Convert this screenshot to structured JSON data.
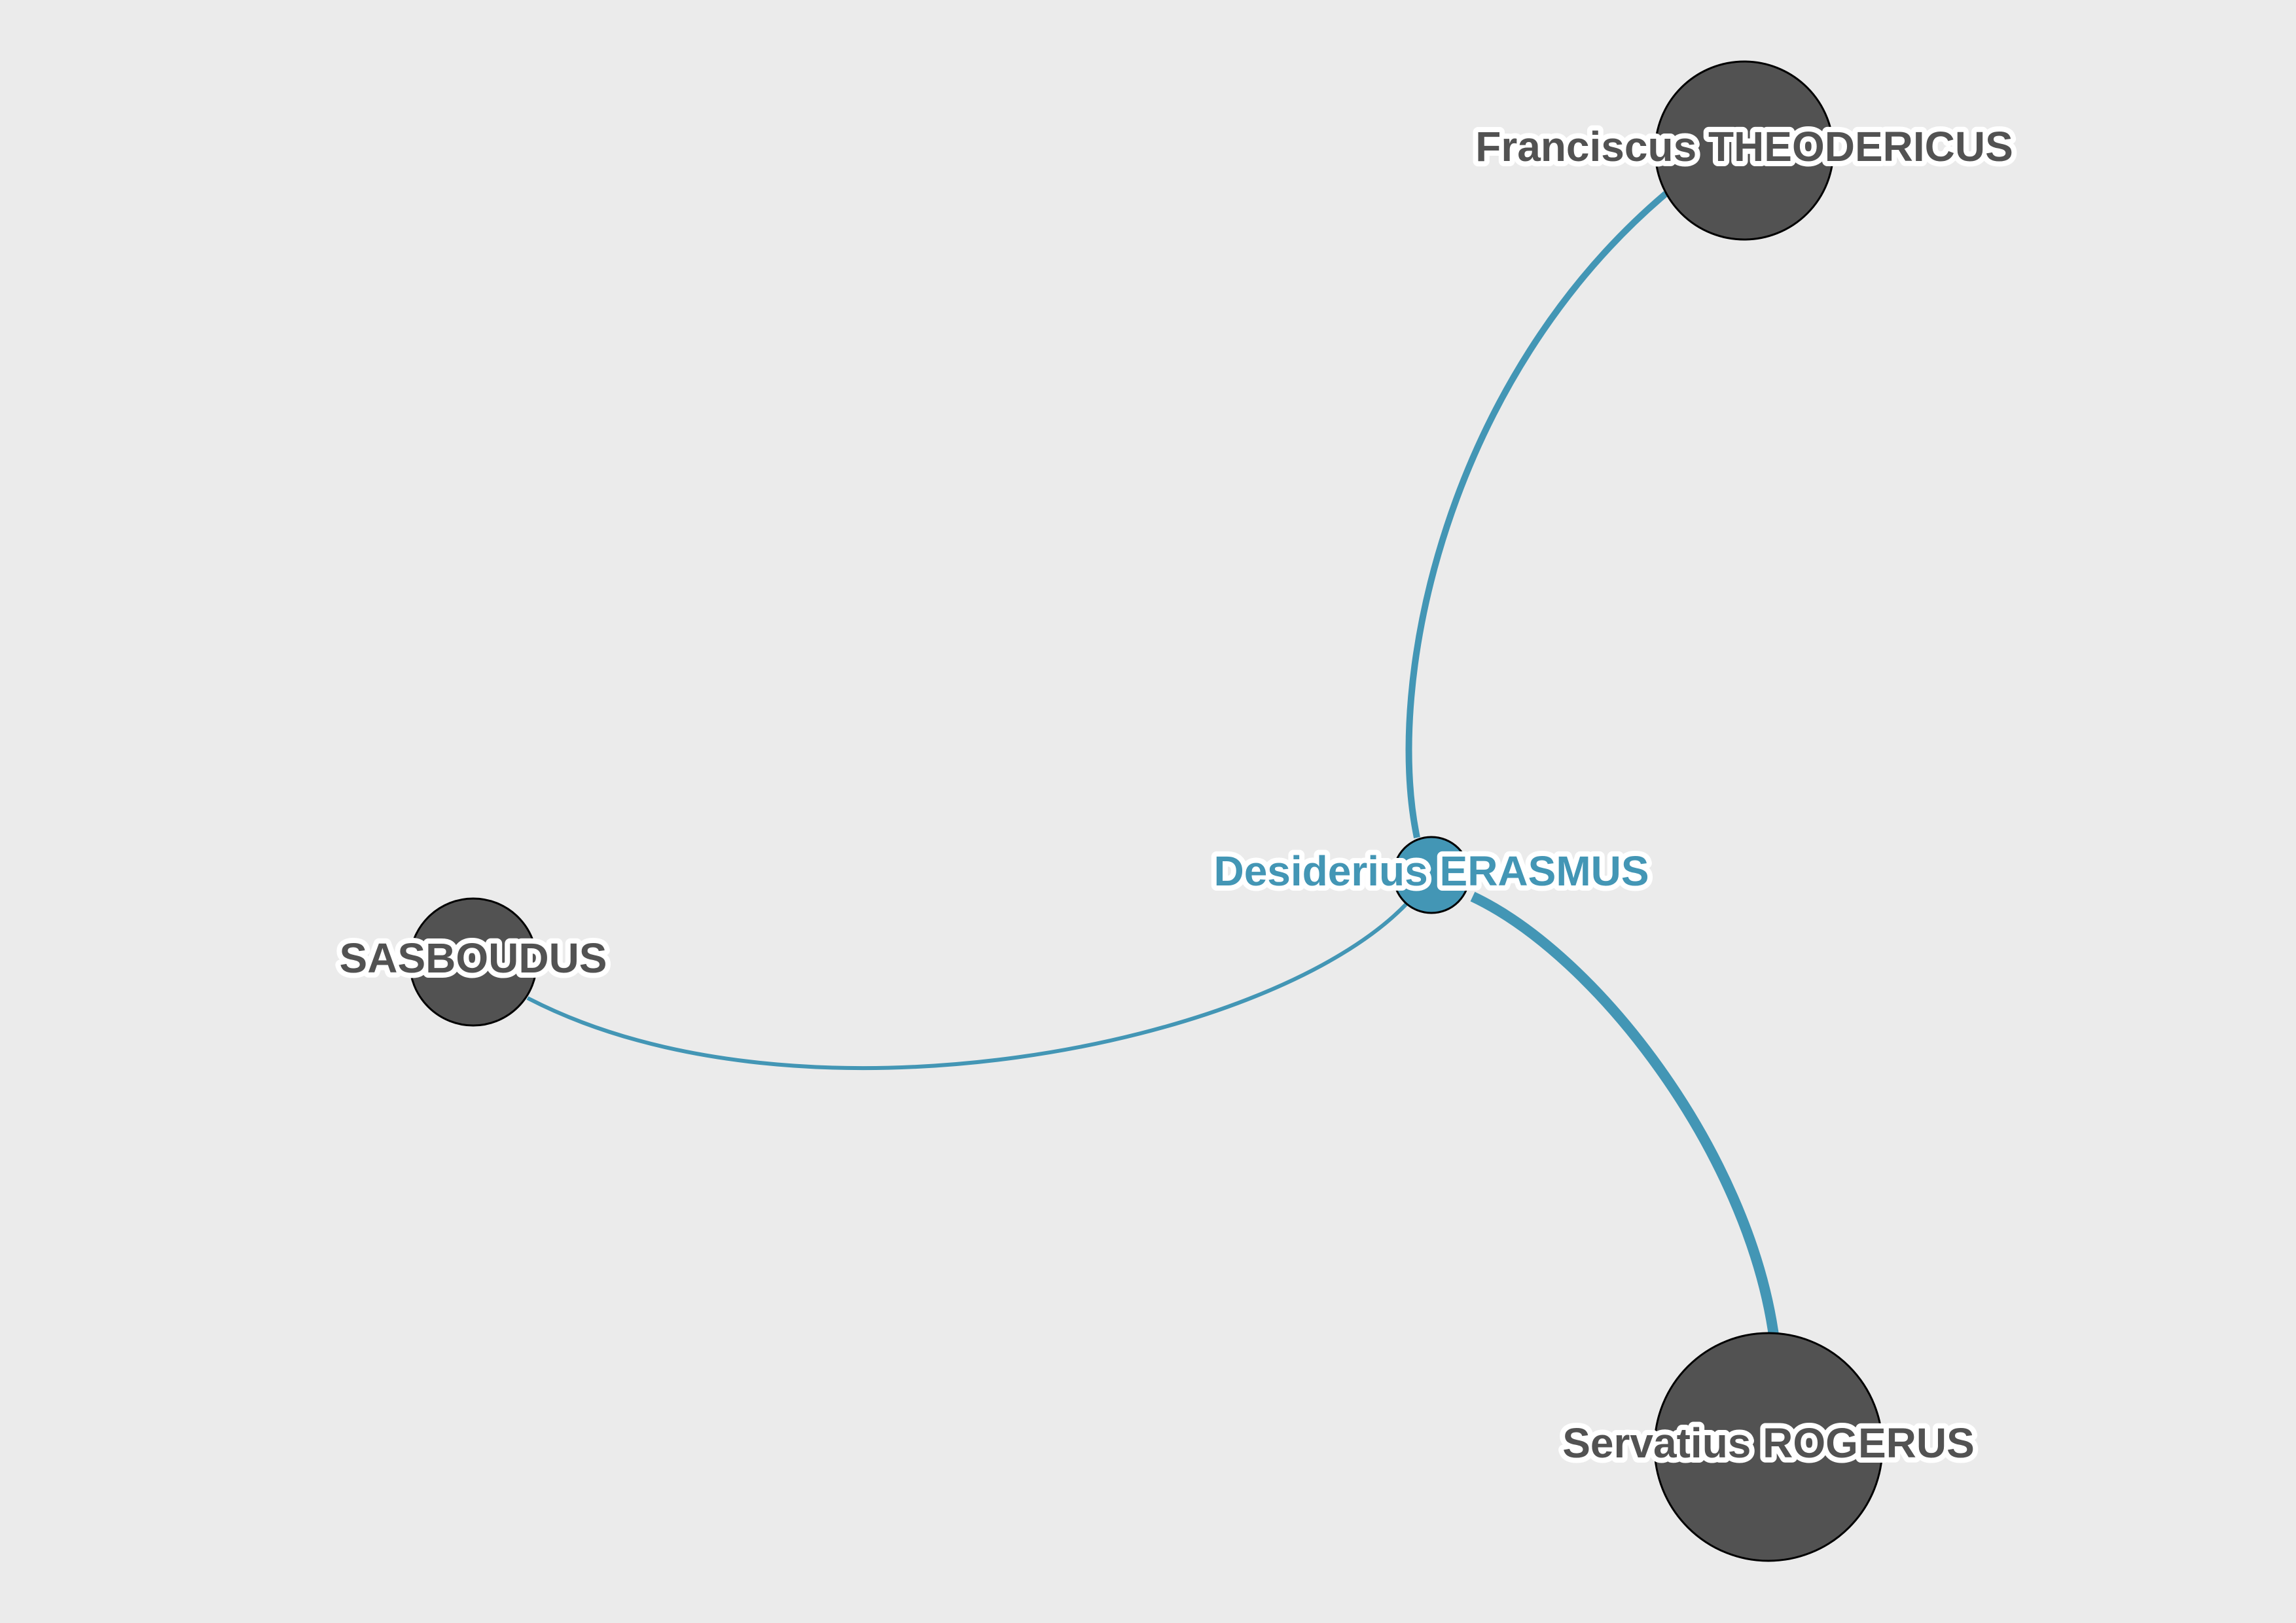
{
  "colors": {
    "background": "#ebebeb",
    "node_default": "#525252",
    "node_focus": "#4396b5",
    "edge": "#4396b5",
    "label_default": "#525252",
    "label_focus": "#4396b5",
    "label_halo": "#ffffff"
  },
  "nodes": [
    {
      "id": "erasmus",
      "label": "Desiderius ERASMUS",
      "focus": true
    },
    {
      "id": "theodericus",
      "label": "Franciscus THEODERICUS",
      "focus": false
    },
    {
      "id": "sasboudus",
      "label": "SASBOUDUS",
      "focus": false
    },
    {
      "id": "rogerus",
      "label": "Servatius ROGERUS",
      "focus": false
    }
  ],
  "edges": [
    {
      "source": "erasmus",
      "target": "theodericus"
    },
    {
      "source": "erasmus",
      "target": "sasboudus"
    },
    {
      "source": "erasmus",
      "target": "rogerus"
    }
  ]
}
